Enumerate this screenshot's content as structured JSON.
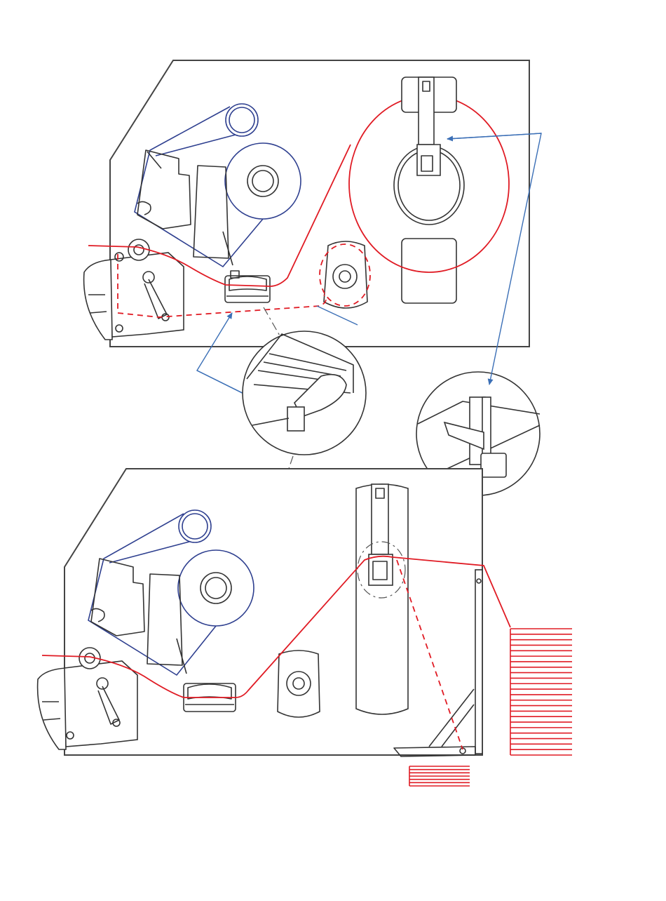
{
  "colors": {
    "ribbon_path": "#2e3f8f",
    "media_path": "#e01b24",
    "callout_arrows": "#3b6fb6",
    "outline": "#333333"
  },
  "views": [
    {
      "id": "top-printer-view",
      "label": ""
    },
    {
      "id": "bottom-printer-view",
      "label": ""
    }
  ],
  "details": [
    {
      "id": "printhead-detail",
      "label": ""
    },
    {
      "id": "media-guide-detail",
      "label": ""
    }
  ],
  "fanfold_stacks": {
    "right_stack_lines": 24,
    "bottom_stack_lines": 7
  }
}
